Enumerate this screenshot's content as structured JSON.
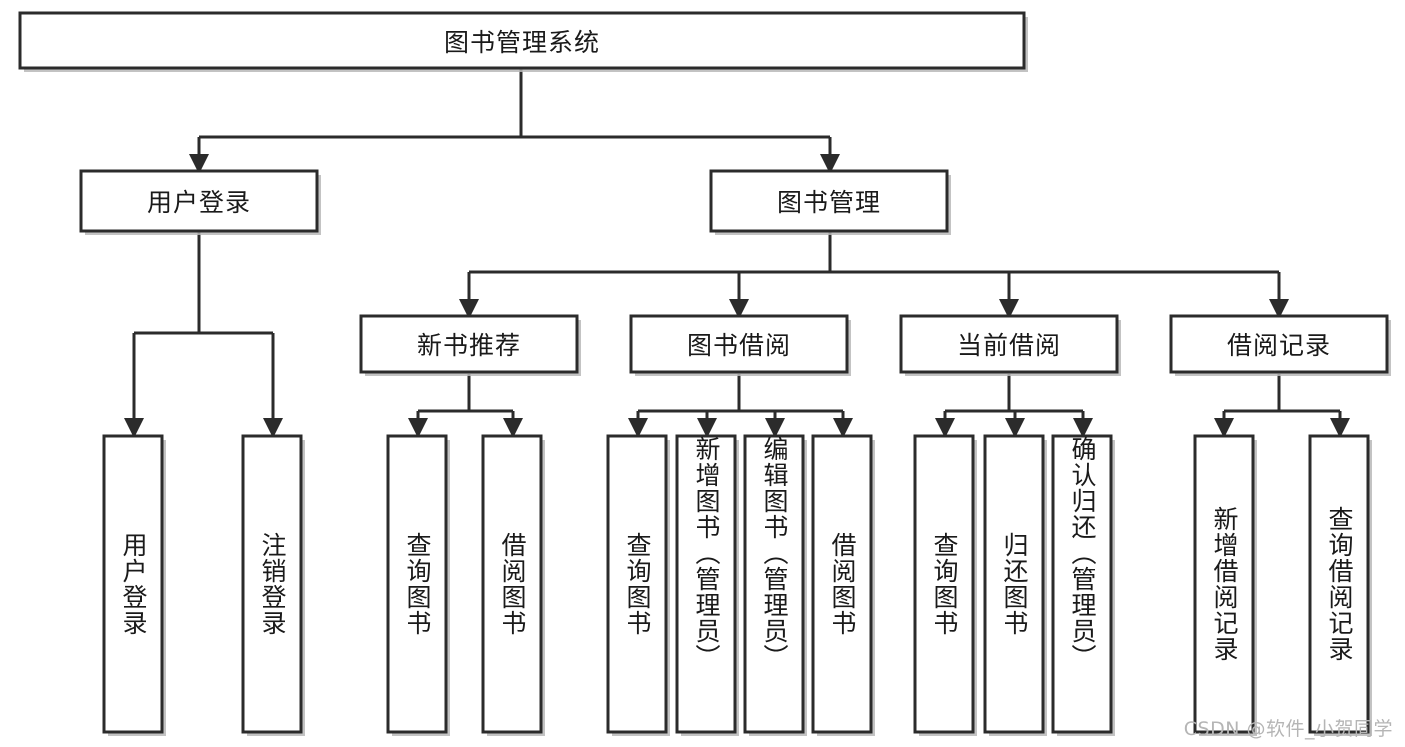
{
  "diagram": {
    "type": "tree-hierarchy",
    "title": "图书管理系统",
    "root": {
      "label": "图书管理系统",
      "orientation": "horizontal"
    },
    "level1": [
      {
        "label": "用户登录",
        "orientation": "horizontal"
      },
      {
        "label": "图书管理",
        "orientation": "horizontal"
      }
    ],
    "level2": [
      {
        "label": "新书推荐",
        "orientation": "horizontal",
        "parent": "图书管理"
      },
      {
        "label": "图书借阅",
        "orientation": "horizontal",
        "parent": "图书管理"
      },
      {
        "label": "当前借阅",
        "orientation": "horizontal",
        "parent": "图书管理"
      },
      {
        "label": "借阅记录",
        "orientation": "horizontal",
        "parent": "图书管理"
      }
    ],
    "leaves": {
      "user_login": [
        {
          "label": "用户登录",
          "orientation": "vertical"
        },
        {
          "label": "注销登录",
          "orientation": "vertical"
        }
      ],
      "new_book_recommend": [
        {
          "label": "查询图书",
          "orientation": "vertical"
        },
        {
          "label": "借阅图书",
          "orientation": "vertical"
        }
      ],
      "book_borrow": [
        {
          "label": "查询图书",
          "orientation": "vertical"
        },
        {
          "label": "新增图书（管理员）",
          "orientation": "vertical"
        },
        {
          "label": "编辑图书（管理员）",
          "orientation": "vertical"
        },
        {
          "label": "借阅图书",
          "orientation": "vertical"
        }
      ],
      "current_borrow": [
        {
          "label": "查询图书",
          "orientation": "vertical"
        },
        {
          "label": "归还图书",
          "orientation": "vertical"
        },
        {
          "label": "确认归还（管理员）",
          "orientation": "vertical"
        }
      ],
      "borrow_record": [
        {
          "label": "新增借阅记录",
          "orientation": "vertical"
        },
        {
          "label": "查询借阅记录",
          "orientation": "vertical"
        }
      ]
    },
    "colors": {
      "background": "#ffffff",
      "box_fill": "#ffffff",
      "box_stroke": "#2b2b2b",
      "edge_stroke": "#2b2b2b",
      "text": "#1a1a1a",
      "watermark": "#b5b5b5"
    }
  },
  "watermark": {
    "text": "CSDN @软件_小贺同学"
  }
}
